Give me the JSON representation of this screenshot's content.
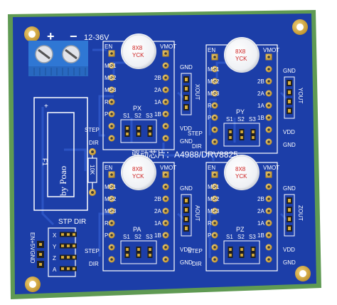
{
  "board": {
    "colors": {
      "pcb": "#1c3ea8",
      "pcb_edge": "#5f9a53",
      "trace": "#2c54c4",
      "silk": "#ffffff",
      "gold": "#d8ad39",
      "pad_black": "#202020",
      "terminal_blue": "#2f77d4",
      "cap_red": "#cc1f1f"
    }
  },
  "power": {
    "plus": "+",
    "minus": "−",
    "voltage": "12-36V"
  },
  "fuse": {
    "label": "F1",
    "credit": "by Poao"
  },
  "resistor": {
    "label": "10K"
  },
  "chip_caption": "驱动芯片：A4988/DRV8825",
  "capacitor": {
    "line1": "8X8",
    "line2": "YCK"
  },
  "common_pins": {
    "en": "EN",
    "vmot": "VMOT",
    "ms1": "MS1",
    "ms2": "MS2",
    "ms3": "MS3",
    "r": "R",
    "p": "P",
    "step": "STEP",
    "dir": "DIR",
    "gnd": "GND",
    "v2b": "2B",
    "v2a": "2A",
    "v1a": "1A",
    "v1b": "1B",
    "vdd": "VDD",
    "s1": "S1",
    "s2": "S2",
    "s3": "S3"
  },
  "modules": {
    "x": {
      "axis": "PX",
      "out": "XOUT"
    },
    "y": {
      "axis": "PY",
      "out": "YOUT"
    },
    "a": {
      "axis": "PA",
      "out": "AOUT"
    },
    "z": {
      "axis": "PZ",
      "out": "ZOUT"
    }
  },
  "input": {
    "stp": "STP",
    "dir": "DIR",
    "side": "EN+5VGND",
    "axes": [
      "X",
      "Y",
      "Z",
      "A"
    ]
  }
}
